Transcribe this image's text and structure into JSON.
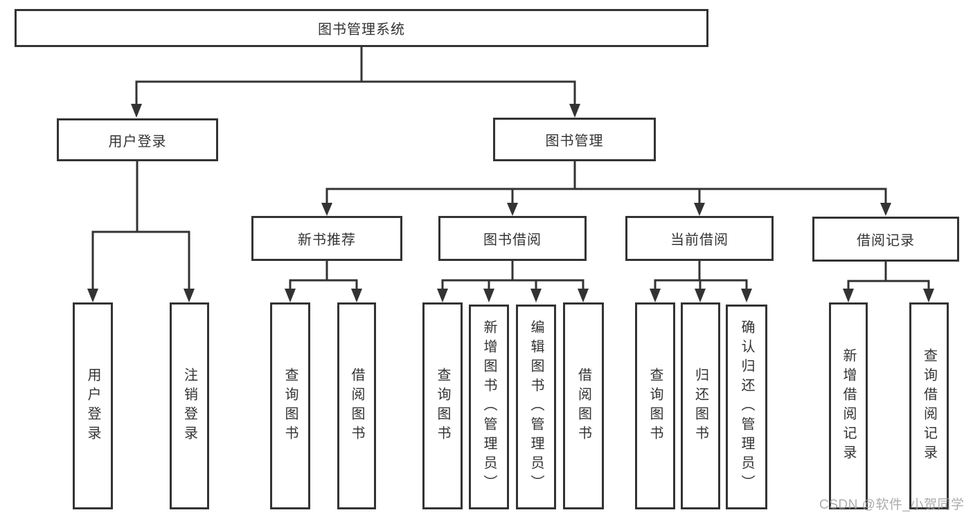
{
  "tree": {
    "root": {
      "label": "图书管理系统"
    },
    "level2": [
      {
        "label": "用户登录",
        "children": [
          "用户登录",
          "注销登录"
        ]
      },
      {
        "label": "图书管理"
      }
    ],
    "level3": [
      {
        "label": "新书推荐",
        "children": [
          "查询图书",
          "借阅图书"
        ]
      },
      {
        "label": "图书借阅",
        "children": [
          "查询图书",
          "新增图书（管理员）",
          "编辑图书（管理员）",
          "借阅图书"
        ]
      },
      {
        "label": "当前借阅",
        "children": [
          "查询图书",
          "归还图书",
          "确认归还（管理员）"
        ]
      },
      {
        "label": "借阅记录",
        "children": [
          "新增借阅记录",
          "查询借阅记录"
        ]
      }
    ]
  },
  "watermark": "CSDN @软件_小贺同学",
  "colors": {
    "line": "#333333",
    "text": "#333333",
    "watermark": "#9e9e9e",
    "background": "#ffffff"
  }
}
